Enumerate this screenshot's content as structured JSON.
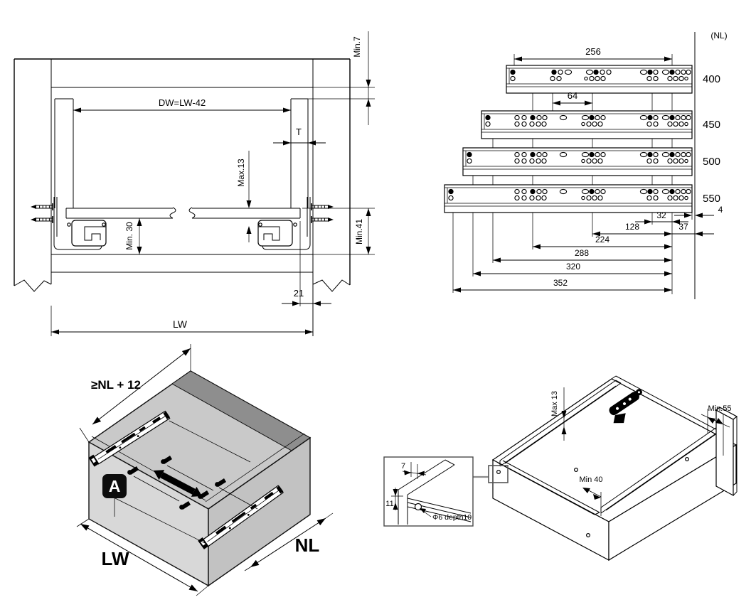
{
  "panel_cross_section": {
    "dims": {
      "min7": "Min.7",
      "dw": "DW=LW-42",
      "t": "T",
      "max13": "Max.13",
      "min30": "Min. 30",
      "min41": "Min.41",
      "offset21": "21",
      "lw": "LW"
    }
  },
  "panel_slide_lengths": {
    "unit_label": "(NL)",
    "slides": [
      "400",
      "450",
      "500",
      "550"
    ],
    "dims": {
      "d256": "256",
      "d64": "64",
      "d32": "32",
      "d4": "4",
      "d128": "128",
      "d37": "37",
      "d224": "224",
      "d288": "288",
      "d320": "320",
      "d352": "352"
    }
  },
  "panel_cabinet_iso": {
    "marker": "A",
    "dims": {
      "depth": "≥NL + 12",
      "width": "LW",
      "length": "NL"
    }
  },
  "panel_drawer_iso": {
    "dims": {
      "max13": "Max 13",
      "min55": "Min.55",
      "min40": "Min 40"
    },
    "detail": {
      "edge_offset": "7",
      "top_offset": "11",
      "hole": "Φ6 depth10"
    }
  },
  "colors": {
    "line": "#000000",
    "cabinet_top": "#c9c9c9",
    "cabinet_band": "#8e8e8e",
    "cabinet_left": "#d8d8d8",
    "cabinet_right": "#c2c2c2",
    "badge": "#0d0d0d"
  }
}
